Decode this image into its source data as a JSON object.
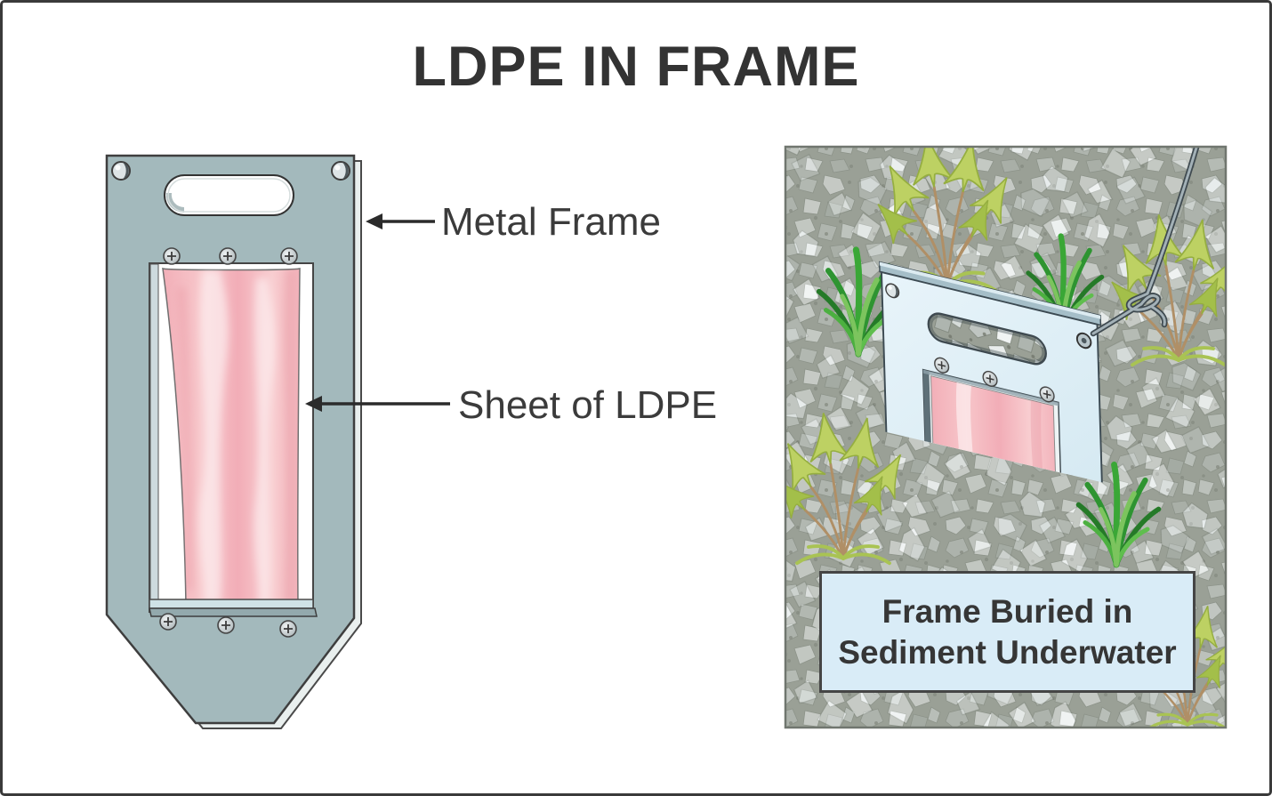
{
  "title": "LDPE IN FRAME",
  "left_panel": {
    "metal_frame_label": "Metal Frame",
    "sheet_label": "Sheet of LDPE"
  },
  "right_panel": {
    "caption_line1": "Frame Buried in",
    "caption_line2": "Sediment Underwater"
  },
  "colors": {
    "metal_frame": "#a3b9bc",
    "ldpe_sheet": "#f5b9c0",
    "buried_frame": "#ddeef6",
    "caption_bg": "#d9ecf7",
    "gravel_base": "#9aa096",
    "grass_green": "#2e9431",
    "leafy_green": "#bdd163"
  }
}
